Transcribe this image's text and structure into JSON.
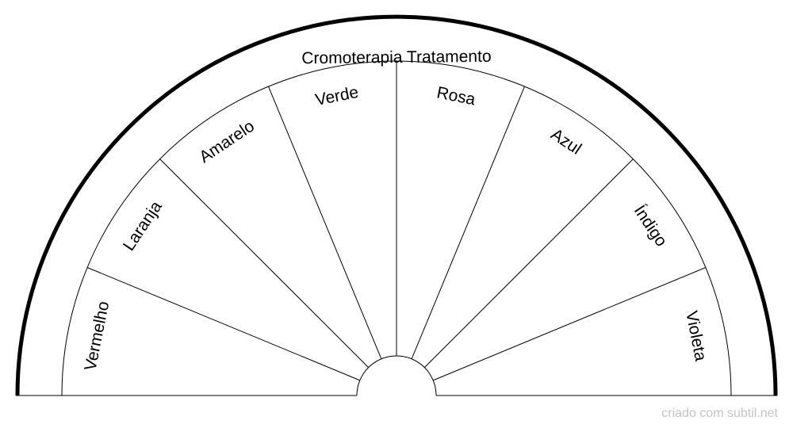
{
  "title": "Cromoterapia Tratamento",
  "sectors": [
    "Vermelho",
    "Laranja",
    "Amarelo",
    "Verde",
    "Rosa",
    "Azul",
    "Índigo",
    "Violeta"
  ],
  "watermark": "criado com subtil.net",
  "colors": {
    "line": "#000000",
    "watermark": "#c4c4c4",
    "background": "#ffffff"
  }
}
